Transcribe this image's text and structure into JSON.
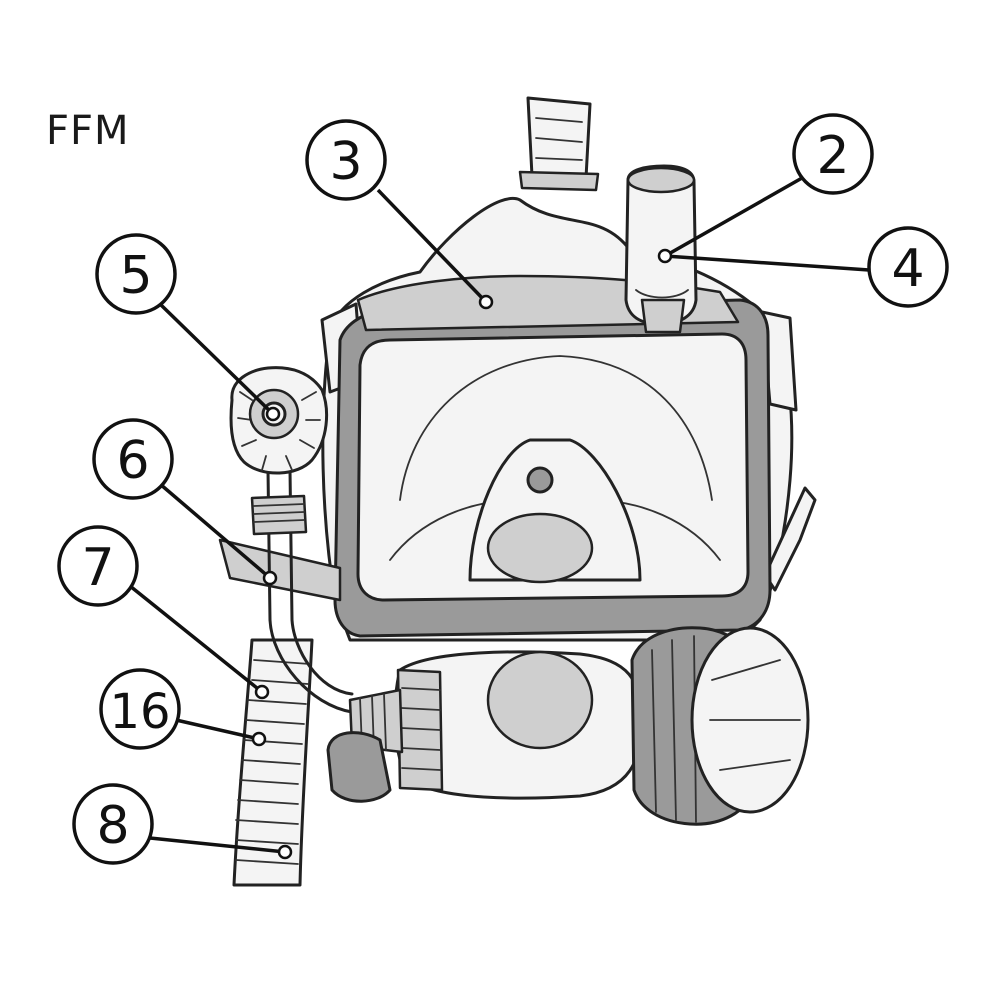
{
  "title": "FFM",
  "callouts": [
    {
      "id": "2",
      "label": "2"
    },
    {
      "id": "3",
      "label": "3"
    },
    {
      "id": "4",
      "label": "4"
    },
    {
      "id": "5",
      "label": "5"
    },
    {
      "id": "6",
      "label": "6"
    },
    {
      "id": "7",
      "label": "7"
    },
    {
      "id": "16",
      "label": "16"
    },
    {
      "id": "8",
      "label": "8"
    }
  ]
}
